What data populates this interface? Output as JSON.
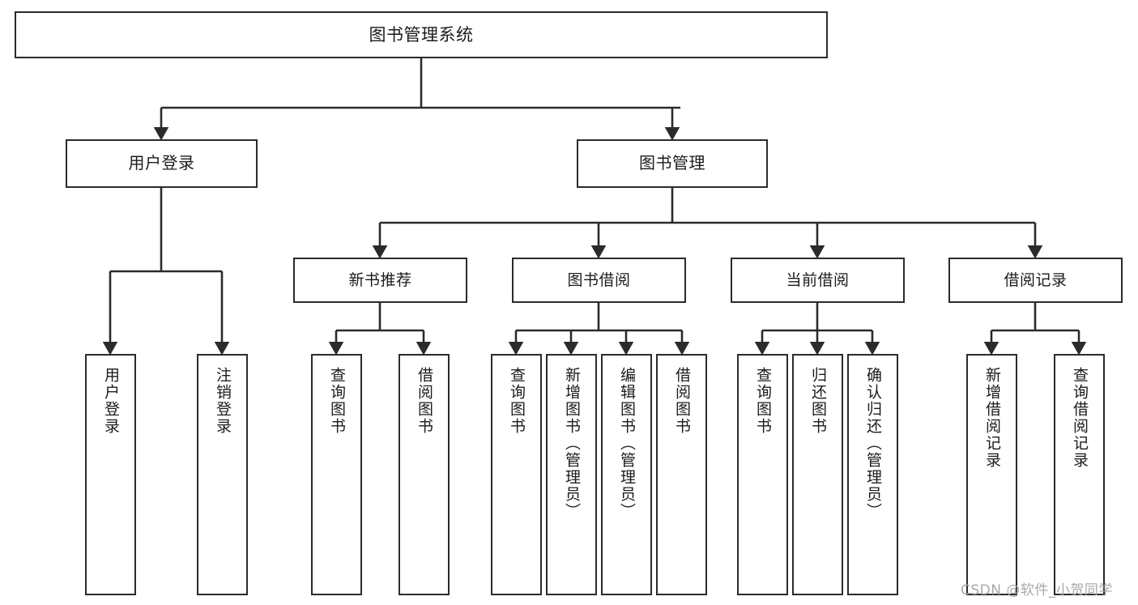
{
  "diagram": {
    "title": "图书管理系统",
    "type": "tree-hierarchy-chart",
    "root": {
      "id": "root",
      "label": "图书管理系统"
    },
    "level2": [
      {
        "id": "user-login",
        "label": "用户登录"
      },
      {
        "id": "book-management",
        "label": "图书管理"
      }
    ],
    "level3": [
      {
        "id": "new-book-recommend",
        "label": "新书推荐"
      },
      {
        "id": "book-borrow",
        "label": "图书借阅"
      },
      {
        "id": "current-borrow",
        "label": "当前借阅"
      },
      {
        "id": "borrow-record",
        "label": "借阅记录"
      }
    ],
    "leaves": [
      {
        "id": "leaf-user-login",
        "label": "用户登录",
        "parent": "user-login"
      },
      {
        "id": "leaf-logout-login",
        "label": "注销登录",
        "parent": "user-login"
      },
      {
        "id": "leaf-query-book-1",
        "label": "查询图书",
        "parent": "new-book-recommend"
      },
      {
        "id": "leaf-borrow-book-1",
        "label": "借阅图书",
        "parent": "new-book-recommend"
      },
      {
        "id": "leaf-query-book-2",
        "label": "查询图书",
        "parent": "book-borrow"
      },
      {
        "id": "leaf-add-book",
        "label": "新增图书（管理员）",
        "parent": "book-borrow"
      },
      {
        "id": "leaf-edit-book",
        "label": "编辑图书（管理员）",
        "parent": "book-borrow"
      },
      {
        "id": "leaf-borrow-book-2",
        "label": "借阅图书",
        "parent": "book-borrow"
      },
      {
        "id": "leaf-query-book-3",
        "label": "查询图书",
        "parent": "current-borrow"
      },
      {
        "id": "leaf-return-book",
        "label": "归还图书",
        "parent": "current-borrow"
      },
      {
        "id": "leaf-confirm-return",
        "label": "确认归还（管理员）",
        "parent": "current-borrow"
      },
      {
        "id": "leaf-add-record",
        "label": "新增借阅记录",
        "parent": "borrow-record"
      },
      {
        "id": "leaf-query-record",
        "label": "查询借阅记录",
        "parent": "borrow-record"
      }
    ],
    "watermark": "CSDN @软件_小贺同学",
    "colors": {
      "stroke": "#2b2b2b",
      "fill": "#ffffff",
      "text": "#1b1b1b",
      "watermark": "#a9a9a9"
    }
  }
}
